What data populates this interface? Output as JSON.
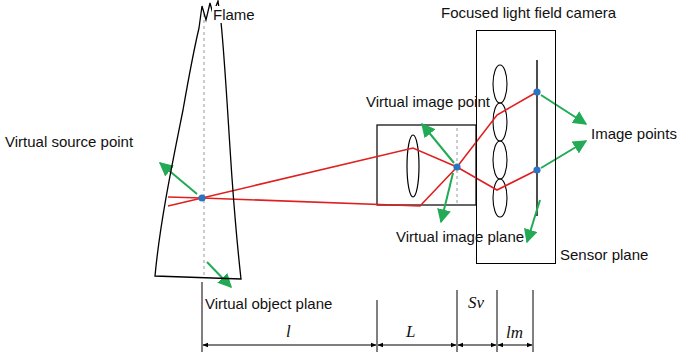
{
  "diagram": {
    "nodes": [
      {
        "text": [
          "Flame"
        ]
      },
      {
        "text": [
          "Focused light field camera"
        ]
      }
    ],
    "labels": [
      "Virtual source point",
      "Virtual image point",
      "Virtual image plane",
      "Image points",
      "Sensor plane",
      "Virtual object plane",
      "l",
      "L",
      "Sv",
      "lm"
    ]
  }
}
